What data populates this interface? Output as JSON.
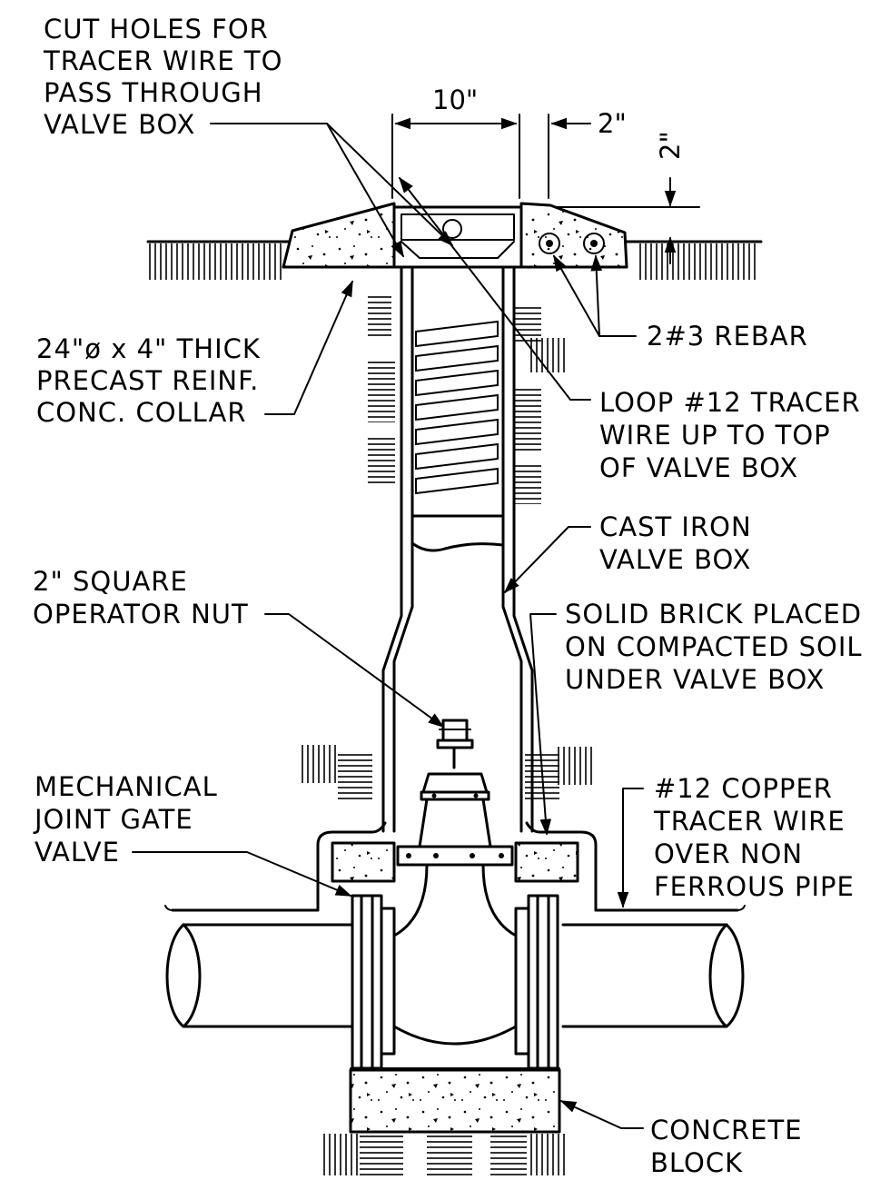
{
  "labels": {
    "cut_holes": [
      "CUT HOLES FOR",
      "TRACER WIRE TO",
      "PASS THROUGH",
      "VALVE BOX"
    ],
    "dim_10": "10\"",
    "dim_2h": "2\"",
    "dim_2v": "2\"",
    "rebar": "2#3 REBAR",
    "collar": [
      "24\"ø x 4\" THICK",
      "PRECAST REINF.",
      "CONC. COLLAR"
    ],
    "loop": [
      "LOOP #12 TRACER",
      "WIRE UP TO TOP",
      "OF VALVE BOX"
    ],
    "cast_iron": [
      "CAST IRON",
      "VALVE BOX"
    ],
    "operator_nut": [
      "2\" SQUARE",
      "OPERATOR NUT"
    ],
    "brick": [
      "SOLID BRICK PLACED",
      "ON COMPACTED SOIL",
      "UNDER VALVE BOX"
    ],
    "gate_valve": [
      "MECHANICAL",
      "JOINT GATE",
      "VALVE"
    ],
    "copper": [
      "#12 COPPER",
      "TRACER WIRE",
      "OVER NON",
      "FERROUS PIPE"
    ],
    "block": [
      "CONCRETE",
      "BLOCK"
    ]
  }
}
